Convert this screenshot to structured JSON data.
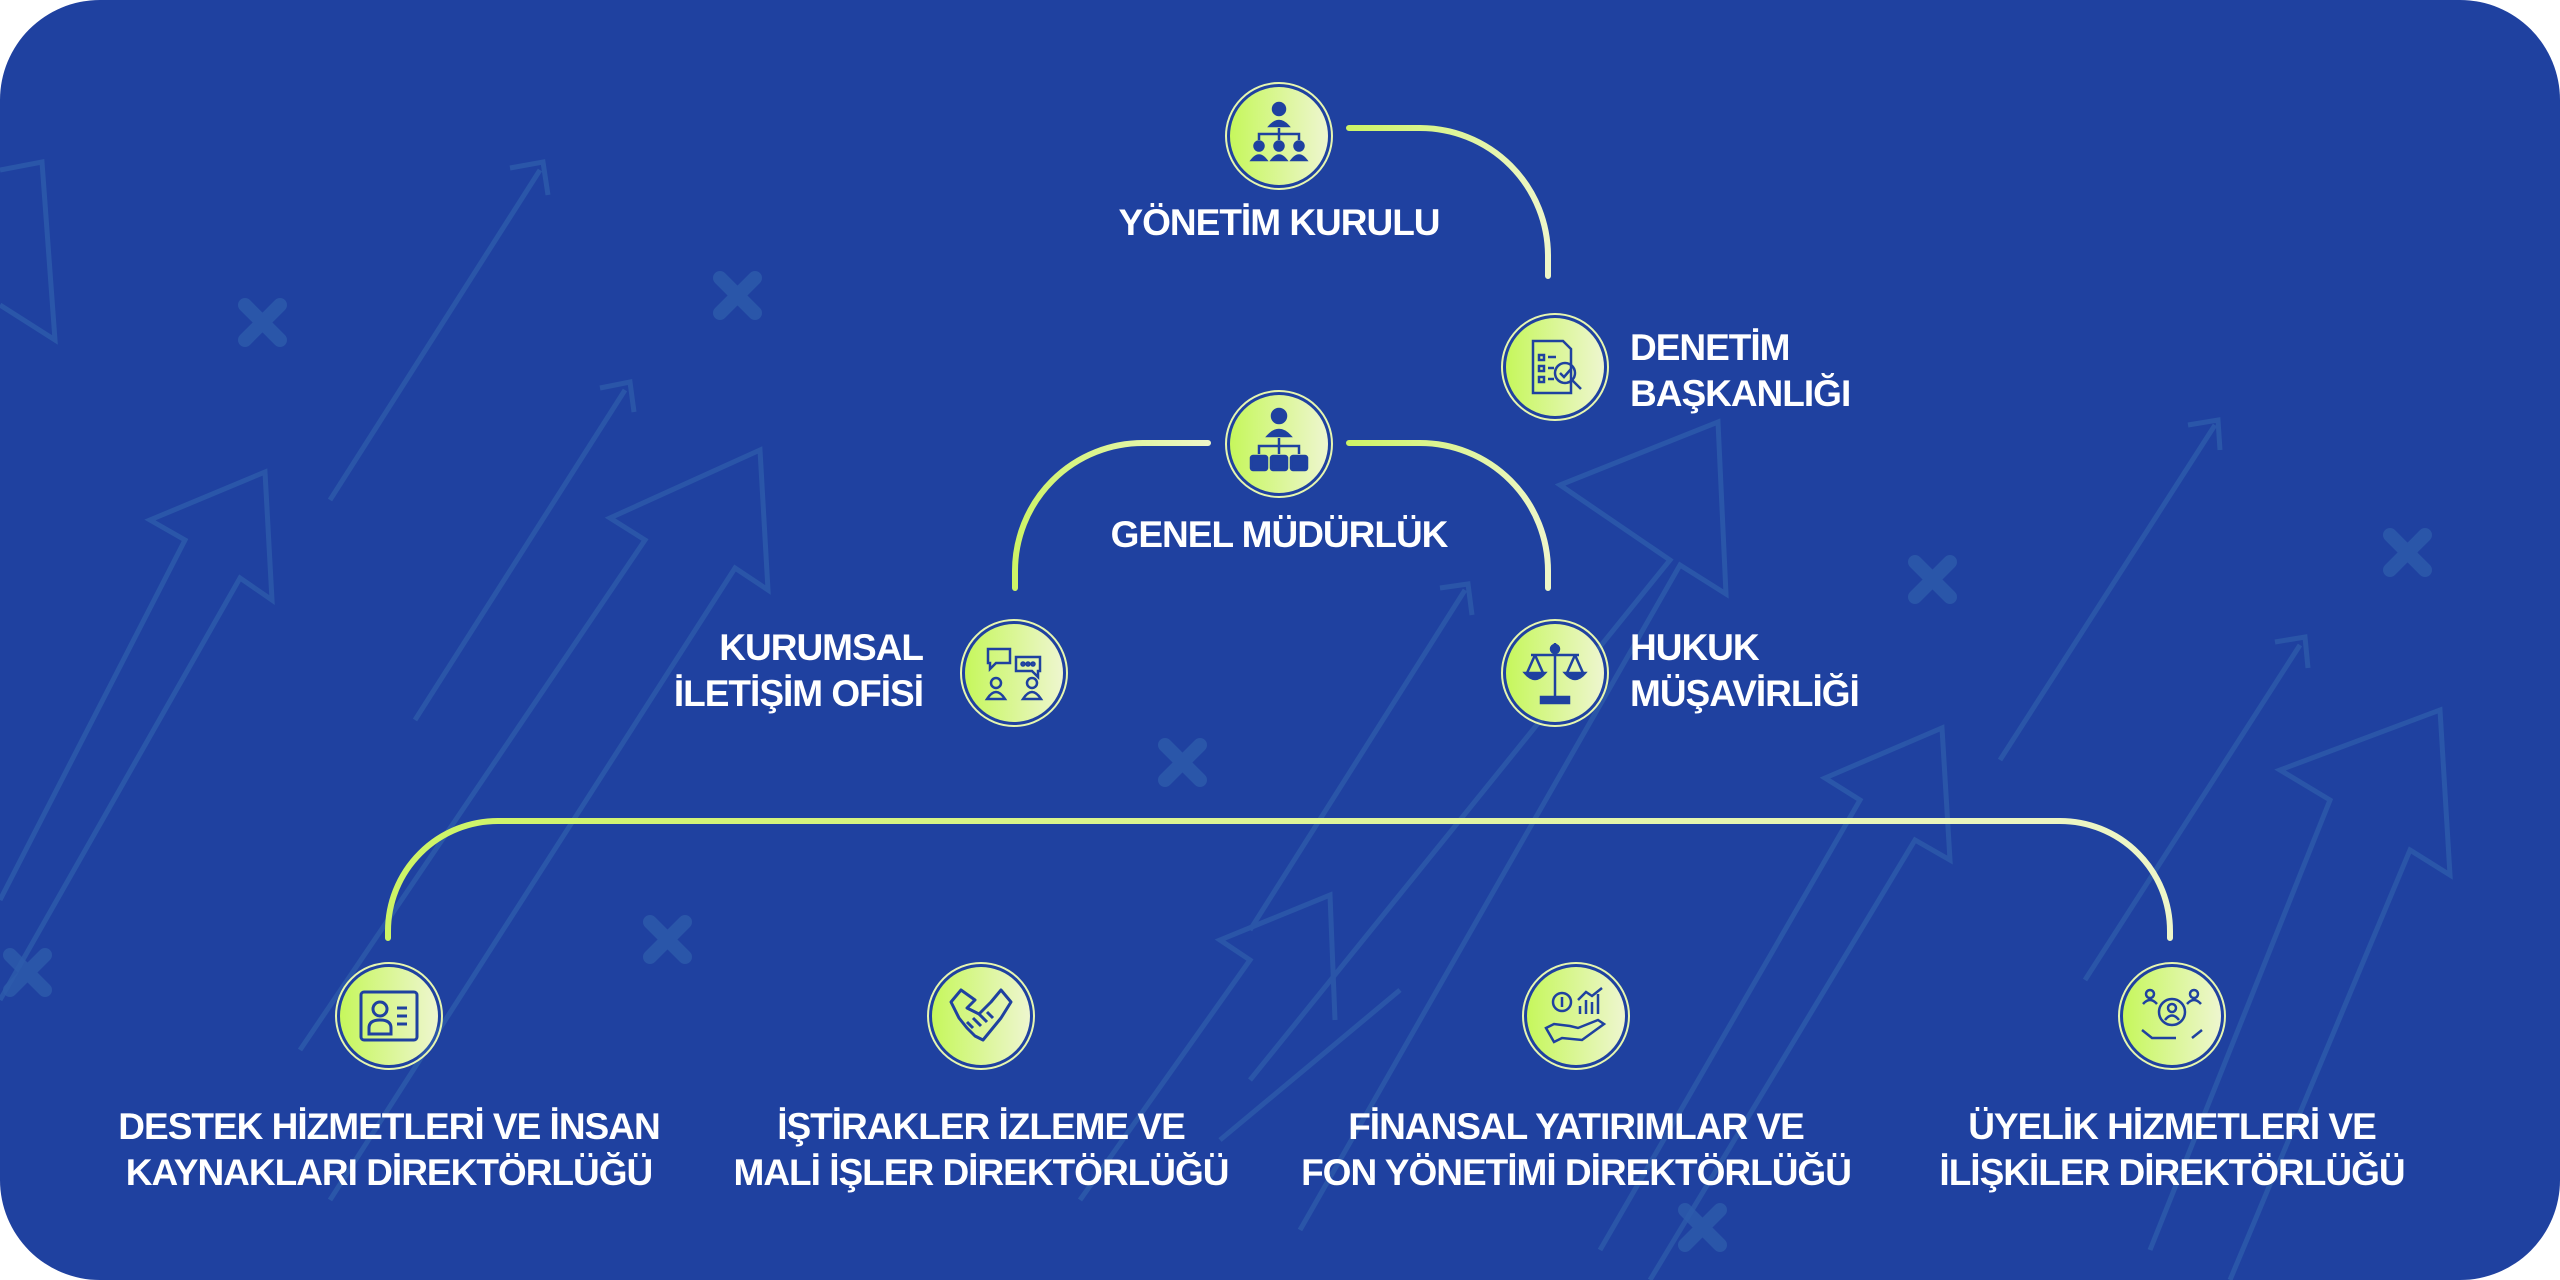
{
  "colors": {
    "background": "#1f41a0",
    "line": "#dcf590",
    "icon_fill_start": "#c6f75c",
    "icon_fill_end": "#eef6cf",
    "icon_stroke": "#1f41a0",
    "decor": "#2d5bab"
  },
  "nodes": {
    "board": {
      "icon": "org-chart-people-icon",
      "line1": "YÖNETİM KURULU"
    },
    "audit": {
      "icon": "audit-document-magnifier-icon",
      "line1": "DENETİM",
      "line2": "BAŞKANLIĞI"
    },
    "gm": {
      "icon": "manager-hierarchy-icon",
      "line1": "GENEL MÜDÜRLÜK"
    },
    "comms": {
      "icon": "chat-people-icon",
      "line1": "KURUMSAL",
      "line2": "İLETİŞİM OFİSİ"
    },
    "legal": {
      "icon": "scales-of-justice-icon",
      "line1": "HUKUK",
      "line2": "MÜŞAVİRLİĞİ"
    },
    "hr": {
      "icon": "id-card-icon",
      "line1": "DESTEK HİZMETLERİ VE İNSAN",
      "line2": "KAYNAKLARI DİREKTÖRLÜĞÜ"
    },
    "affiliates": {
      "icon": "handshake-icon",
      "line1": "İŞTİRAKLER İZLEME VE",
      "line2": "MALİ İŞLER DİREKTÖRLÜĞÜ"
    },
    "finance": {
      "icon": "hand-coin-chart-icon",
      "line1": "FİNANSAL YATIRIMLAR VE",
      "line2": "FON YÖNETİMİ DİREKTÖRLÜĞÜ"
    },
    "members": {
      "icon": "member-network-icon",
      "line1": "ÜYELİK HİZMETLERİ VE",
      "line2": "İLİŞKİLER DİREKTÖRLÜĞÜ"
    }
  }
}
